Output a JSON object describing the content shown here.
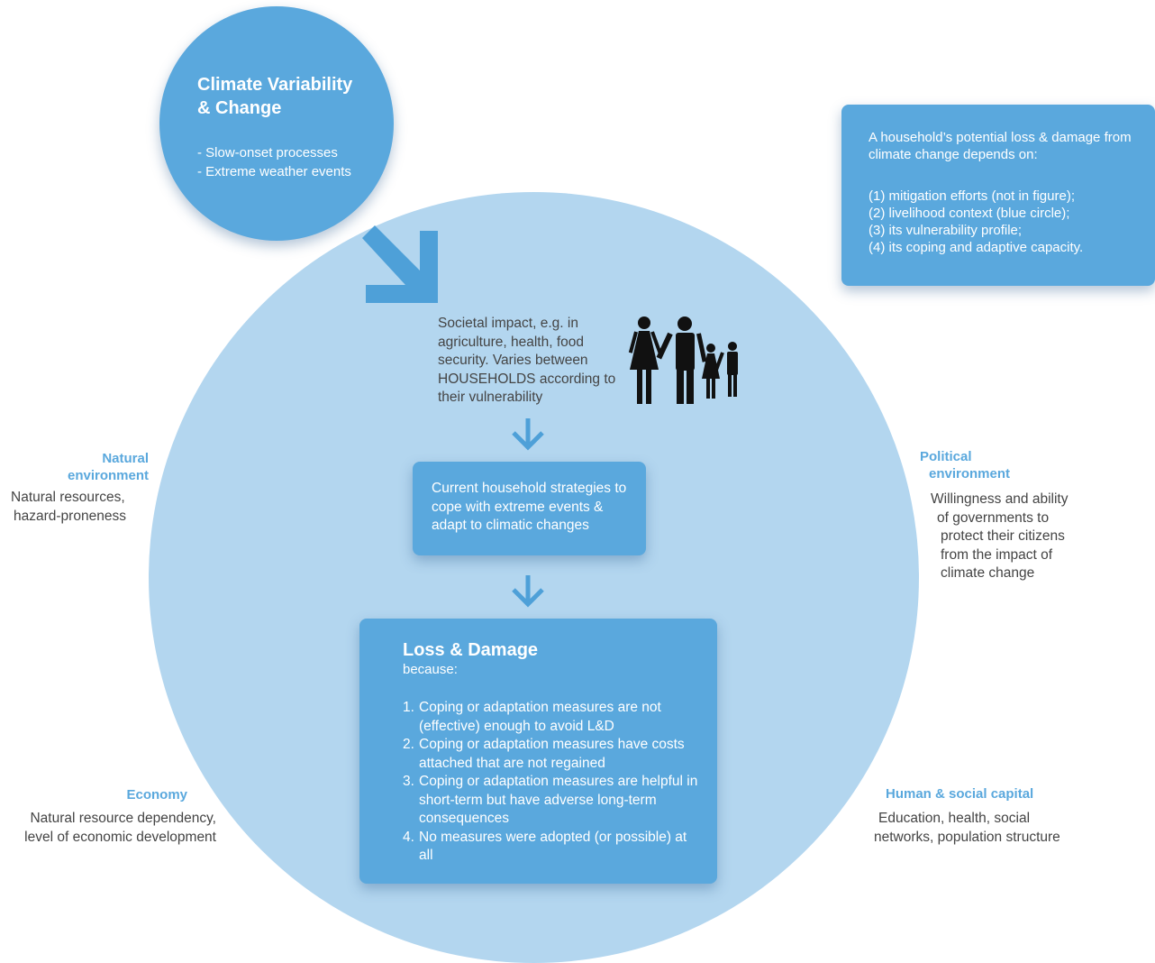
{
  "climate": {
    "title": "Climate Variability\n& Change",
    "items": [
      "- Slow-onset processes",
      "- Extreme weather events"
    ]
  },
  "info": {
    "intro": "A household’s potential loss & damage from climate change depends on:",
    "items": [
      "(1) mitigation efforts (not in figure);",
      "(2) livelihood context (blue circle);",
      "(3) its vulnerability profile;",
      "(4) its coping and adaptive capacity."
    ]
  },
  "impact": {
    "text": "Societal impact, e.g. in agriculture, health, food security. Varies between HOUSEHOLDS according to their vulnerability",
    "icon": "family-icon"
  },
  "strategy": {
    "text": "Current household strategies to cope with extreme events & adapt to climatic changes"
  },
  "loss": {
    "title": "Loss & Damage",
    "subtitle": "because:",
    "items": [
      {
        "num": "1.",
        "text": "Coping or adaptation measures are not (effective) enough to avoid L&D"
      },
      {
        "num": "2.",
        "text": "Coping or adaptation measures have costs attached that are not regained"
      },
      {
        "num": "3.",
        "text": "Coping or adaptation measures are helpful in short-term but have adverse long-term consequences"
      },
      {
        "num": "4.",
        "text": "No measures were adopted (or possible) at all"
      }
    ]
  },
  "natural": {
    "title_line1": "Natural",
    "title_line2": "environment",
    "desc_line1": "Natural resources,",
    "desc_line2": "hazard-proneness"
  },
  "political": {
    "title_line1": "Political",
    "title_line2": "environment",
    "desc_lines": [
      "Willingness and ability",
      "of governments to",
      "protect their citizens",
      "from the impact of",
      "climate change"
    ]
  },
  "economy": {
    "title": "Economy",
    "desc_line1": "Natural resource dependency,",
    "desc_line2": "level of economic development"
  },
  "human": {
    "title": "Human & social capital",
    "desc_line1": "Education, health, social",
    "desc_line2": "networks, population structure"
  },
  "colors": {
    "box": "#5aa8dd",
    "circle": "#b3d6ef",
    "label": "#5aa8dd",
    "text": "#444444"
  }
}
